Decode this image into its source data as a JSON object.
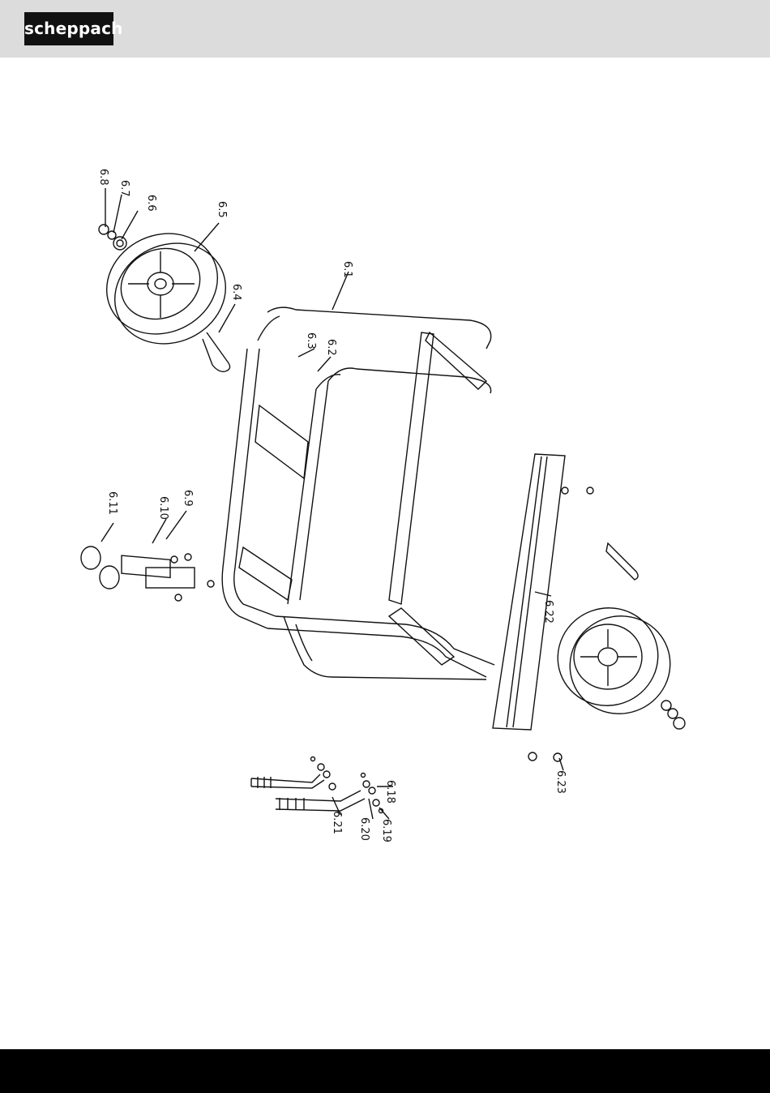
{
  "brand": {
    "logo_text": "scheppach"
  },
  "callouts": [
    {
      "id": "6-1",
      "label": "6.1"
    },
    {
      "id": "6-2",
      "label": "6.2"
    },
    {
      "id": "6-3",
      "label": "6.3"
    },
    {
      "id": "6-4",
      "label": "6.4"
    },
    {
      "id": "6-5",
      "label": "6.5"
    },
    {
      "id": "6-6",
      "label": "6.6"
    },
    {
      "id": "6-7",
      "label": "6.7"
    },
    {
      "id": "6-8",
      "label": "6.8"
    },
    {
      "id": "6-9",
      "label": "6.9"
    },
    {
      "id": "6-10",
      "label": "6.10"
    },
    {
      "id": "6-11",
      "label": "6.11"
    },
    {
      "id": "6-18",
      "label": "6.18"
    },
    {
      "id": "6-19",
      "label": "6.19"
    },
    {
      "id": "6-20",
      "label": "6.20"
    },
    {
      "id": "6-21",
      "label": "6.21"
    },
    {
      "id": "6-22",
      "label": "6.22"
    },
    {
      "id": "6-23",
      "label": "6.23"
    }
  ]
}
